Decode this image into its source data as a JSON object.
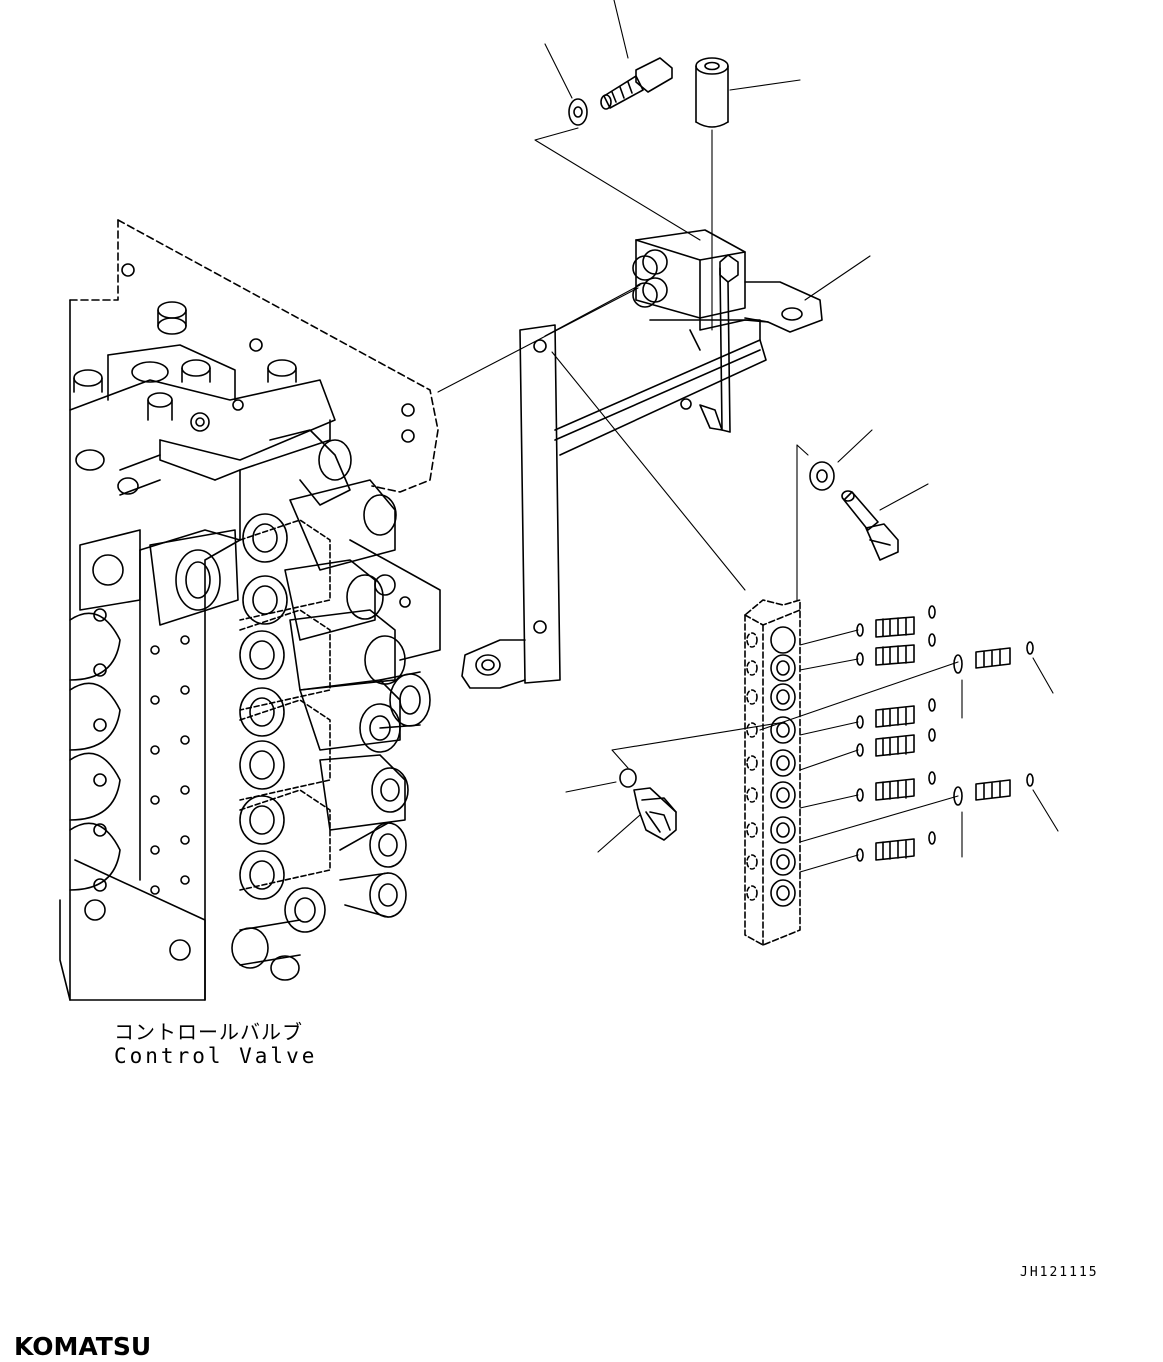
{
  "caption": {
    "japanese": "コントロールバルブ",
    "english": "Control Valve"
  },
  "drawing_code": "JH121115",
  "brand": {
    "logo_text": "KOMATSU"
  },
  "style": {
    "line_color": "#000000",
    "background": "#ffffff"
  }
}
